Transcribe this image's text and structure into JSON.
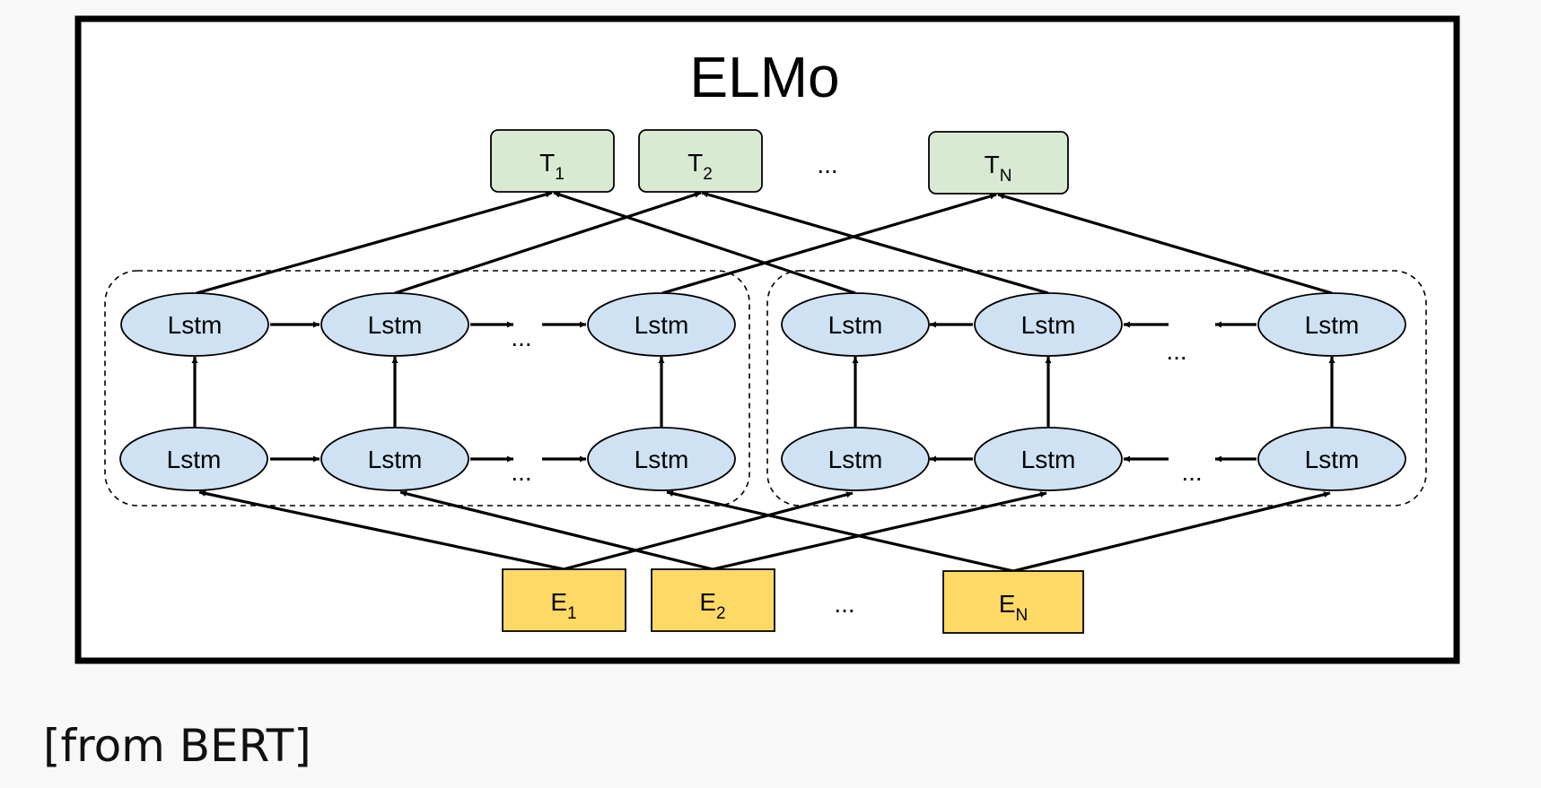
{
  "diagram": {
    "title": "ELMo",
    "lstm_label": "Lstm",
    "ellipsis": "...",
    "outputs": [
      {
        "base": "T",
        "sub": "1"
      },
      {
        "base": "T",
        "sub": "2"
      },
      {
        "base": "T",
        "sub": "N"
      }
    ],
    "inputs": [
      {
        "base": "E",
        "sub": "1"
      },
      {
        "base": "E",
        "sub": "2"
      },
      {
        "base": "E",
        "sub": "N"
      }
    ],
    "colors": {
      "output_fill": "#d9ead3",
      "input_fill": "#ffd966",
      "lstm_fill": "#cfe2f3",
      "stroke": "#000000"
    }
  },
  "caption": "[from BERT]"
}
